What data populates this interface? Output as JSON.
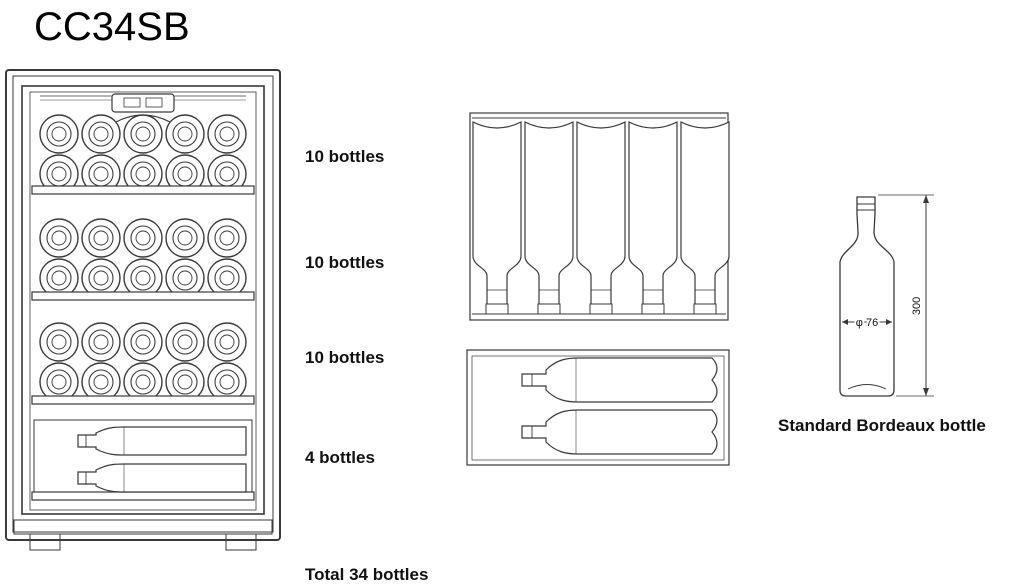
{
  "title": "CC34SB",
  "shelves": [
    {
      "label": "10 bottles"
    },
    {
      "label": "10 bottles"
    },
    {
      "label": "10 bottles"
    },
    {
      "label": "4 bottles"
    }
  ],
  "total_label": "Total 34 bottles",
  "bottle": {
    "caption": "Standard Bordeaux bottle",
    "diameter_label": "φ 76",
    "height_label": "300"
  },
  "colors": {
    "line": "#3a3a3a",
    "light": "#8a8a8a",
    "fill": "#ffffff"
  }
}
